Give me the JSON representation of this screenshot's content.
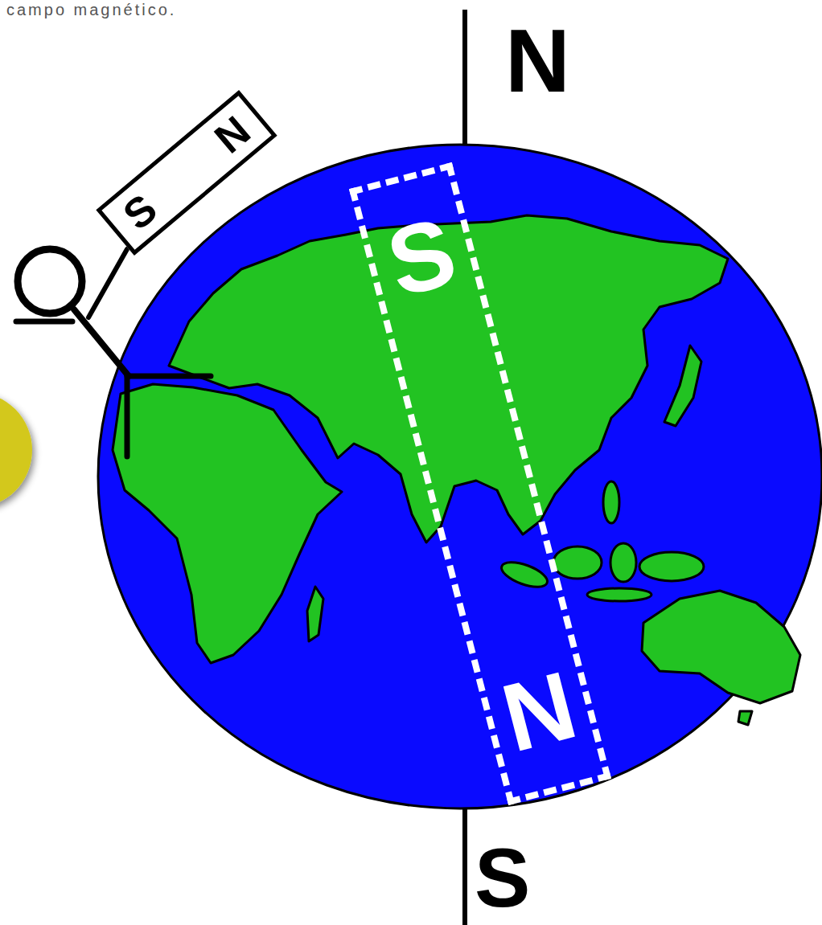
{
  "diagram": {
    "nodes": [
      {
        "text": [
          "S",
          "N"
        ]
      },
      {
        "text": [
          "S",
          "N"
        ]
      }
    ],
    "labels": [
      "campo magnético.",
      "N",
      "S"
    ]
  }
}
